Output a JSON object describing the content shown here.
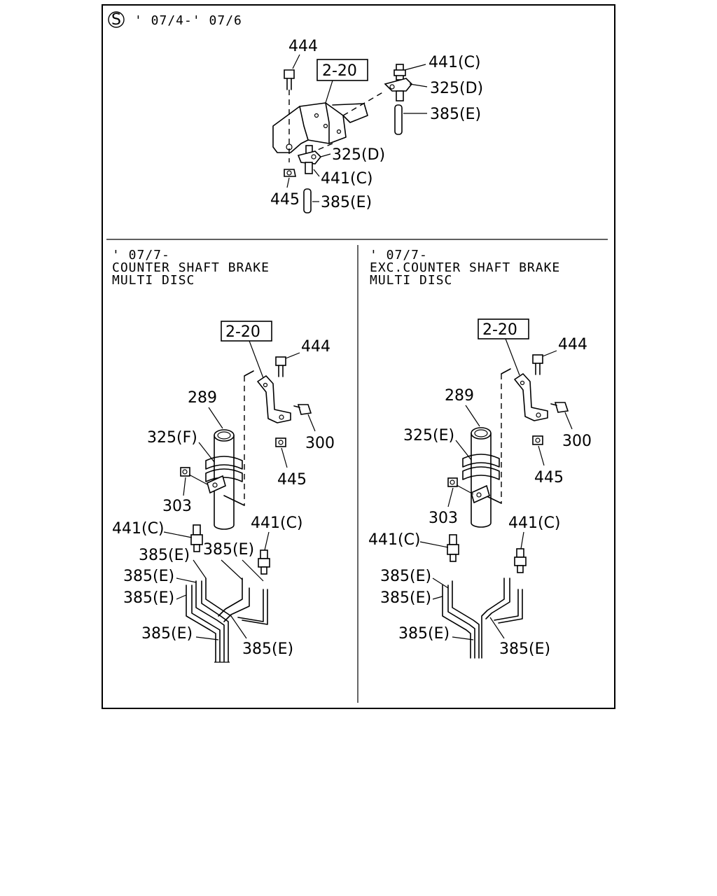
{
  "top_section": {
    "symbol": "S",
    "period": "' 07/4-' 07/6",
    "labels": {
      "bolt": "444",
      "ref": "2-20",
      "connector_top": "441(C)",
      "clip_top": "325(D)",
      "hose_top": "385(E)",
      "clip_bottom": "325(D)",
      "connector_bottom": "441(C)",
      "nut": "445",
      "hose_bottom": "385(E)"
    }
  },
  "left_section": {
    "header_line1": "' 07/7-",
    "header_line2": "COUNTER SHAFT BRAKE",
    "header_line3": "MULTI DISC",
    "labels": {
      "ref": "2-20",
      "bolt_top": "444",
      "pipe": "289",
      "clip": "325(F)",
      "bolt_side": "300",
      "nut_right": "445",
      "nut_left": "303",
      "connector_left": "441(C)",
      "connector_right": "441(C)",
      "hose_1": "385(E)",
      "hose_2": "385(E)",
      "hose_3": "385(E)",
      "hose_4": "385(E)",
      "hose_5": "385(E)",
      "hose_6": "385(E)"
    }
  },
  "right_section": {
    "header_line1": "' 07/7-",
    "header_line2": "EXC.COUNTER SHAFT BRAKE",
    "header_line3": "MULTI DISC",
    "labels": {
      "ref": "2-20",
      "bolt_top": "444",
      "pipe": "289",
      "clip": "325(E)",
      "bolt_side": "300",
      "nut_right": "445",
      "nut_left": "303",
      "connector_left": "441(C)",
      "connector_right": "441(C)",
      "hose_1": "385(E)",
      "hose_2": "385(E)",
      "hose_3": "385(E)",
      "hose_4": "385(E)"
    }
  }
}
